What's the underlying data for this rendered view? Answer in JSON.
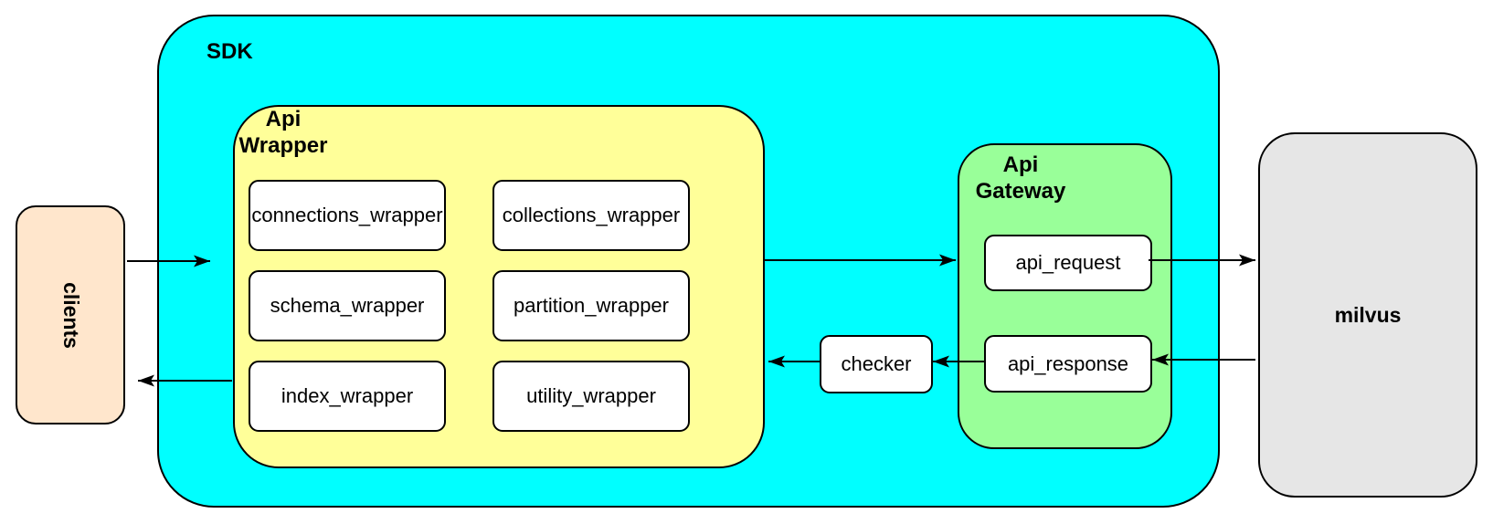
{
  "clients": {
    "label": "clients"
  },
  "sdk": {
    "label": "SDK"
  },
  "api_wrapper": {
    "label": "Api\nWrapper",
    "boxes": [
      "connections_wrapper",
      "collections_wrapper",
      "schema_wrapper",
      "partition_wrapper",
      "index_wrapper",
      "utility_wrapper"
    ]
  },
  "api_gateway": {
    "label": "Api\nGateway",
    "boxes": [
      "api_request",
      "api_response"
    ]
  },
  "checker": {
    "label": "checker"
  },
  "milvus": {
    "label": "milvus"
  },
  "edges": [
    {
      "from": "clients",
      "to": "sdk"
    },
    {
      "from": "api_wrapper",
      "to": "api_gateway"
    },
    {
      "from": "api_request",
      "to": "milvus"
    },
    {
      "from": "milvus",
      "to": "api_response"
    },
    {
      "from": "api_response",
      "to": "checker"
    },
    {
      "from": "checker",
      "to": "api_wrapper"
    },
    {
      "from": "api_wrapper",
      "to": "clients"
    }
  ],
  "colors": {
    "sdk_fill": "#00FFFF",
    "api_wrapper_fill": "#FFFF99",
    "api_gateway_fill": "#99FF99",
    "clients_fill": "#FFE6CC",
    "milvus_fill": "#E6E6E6",
    "node_fill": "#FFFFFF",
    "border": "#000000"
  }
}
